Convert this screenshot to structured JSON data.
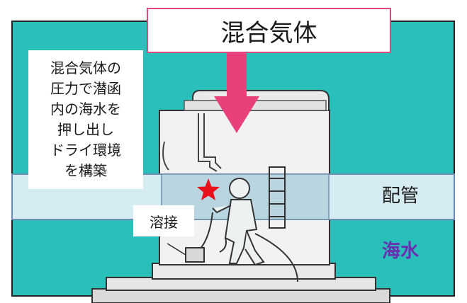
{
  "title": "混合気体",
  "note_lines": [
    "混合気体の",
    "圧力で潜函",
    "内の海水を",
    "押し出し",
    "ドライ環境",
    "を構築"
  ],
  "weld_label": "溶接",
  "pipe_label": "配管",
  "seawater_label": "海水",
  "colors": {
    "seawater": "#29c0bc",
    "pipe": "#d6ecf3",
    "pipe_border": "#6f8fb0",
    "title_border": "#e0467f",
    "arrow": "#e8407a",
    "star": "#e8101a",
    "seawater_text": "#6a2fb0"
  }
}
